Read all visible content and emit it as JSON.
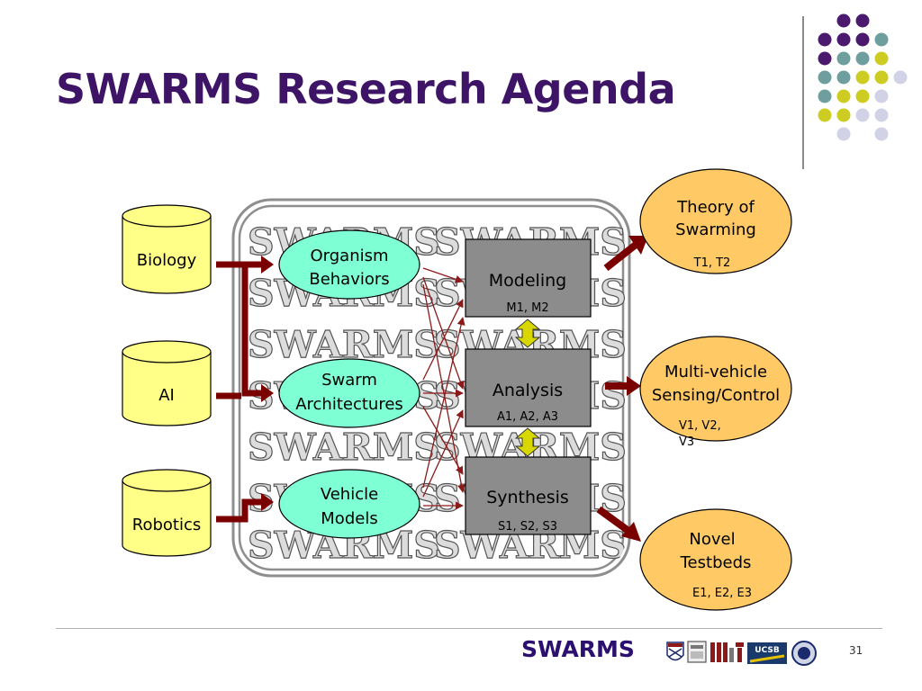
{
  "slide": {
    "title": "SWARMS Research Agenda",
    "footer_brand": "SWARMS",
    "page_number": "31"
  },
  "diagram": {
    "watermark": "SWARMS",
    "inputs": [
      "Biology",
      "AI",
      "Robotics"
    ],
    "behaviors": [
      {
        "line1": "Organism",
        "line2": "Behaviors"
      },
      {
        "line1": "Swarm",
        "line2": "Architectures"
      },
      {
        "line1": "Vehicle",
        "line2": "Models"
      }
    ],
    "methods": [
      {
        "name": "Modeling",
        "codes": "M1, M2"
      },
      {
        "name": "Analysis",
        "codes": "A1, A2, A3"
      },
      {
        "name": "Synthesis",
        "codes": "S1, S2, S3"
      }
    ],
    "outcomes": [
      {
        "line1": "Theory of",
        "line2": "Swarming",
        "codes": "T1, T2"
      },
      {
        "line1": "Multi-vehicle",
        "line2": "Sensing/Control",
        "codes_line1": "V1, V2,",
        "codes_line2": "V3"
      },
      {
        "line1": "Novel",
        "line2": "Testbeds",
        "codes": "E1, E2, E3"
      }
    ]
  },
  "colors": {
    "title": "#3d1466",
    "cylinder_fill": "#ffff88",
    "behavior_fill": "#7fffd4",
    "method_fill": "#8c8c8c",
    "outcome_fill": "#ffc966",
    "arrow": "#7a0000",
    "dot_purple": "#4b1a6e",
    "dot_teal": "#6e9e9e",
    "dot_yellow": "#cccc22",
    "dot_lavender": "#d2d2e6"
  },
  "icons": [
    "penn-shield-icon",
    "university-seal-icon",
    "mit-logo-icon",
    "ucsb-logo-icon",
    "round-seal-icon"
  ]
}
